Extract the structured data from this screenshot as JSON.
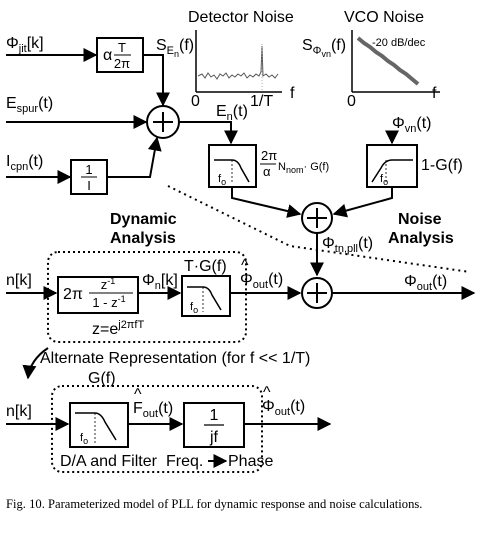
{
  "signals": {
    "phi_jit": "Φ",
    "phi_jit_sub": "jit",
    "phi_jit_arg": "[k]",
    "e_spur": "E",
    "e_spur_sub": "spur",
    "e_spur_arg": "(t)",
    "i_cpn": "I",
    "i_cpn_sub": "cpn",
    "i_cpn_arg": "(t)",
    "e_n": "E",
    "e_n_sub": "n",
    "e_n_arg": "(t)",
    "phi_vn": "Φ",
    "phi_vn_sub": "vn",
    "phi_vn_arg": "(t)",
    "phi_tn": "Φ",
    "phi_tn_sub": "tn,pll",
    "phi_tn_arg": "(t)",
    "n_k_top": "n[k]",
    "phi_n": "Φ",
    "phi_n_sub": "n",
    "phi_n_arg": "[k]",
    "phi_out_hat_top": "Φ",
    "phi_out_hat_top_sub": "out",
    "phi_out_hat_top_arg": "(t)",
    "phi_out": "Φ",
    "phi_out_sub": "out",
    "phi_out_arg": "(t)",
    "n_k_bottom": "n[k]",
    "f_out_hat": "F",
    "f_out_hat_sub": "out",
    "f_out_hat_arg": "(t)",
    "phi_out_hat_bottom": "Φ",
    "phi_out_hat_bottom_sub": "out",
    "phi_out_hat_bottom_arg": "(t)"
  },
  "blocks": {
    "alpha_num": "T",
    "alpha_prefix": "α",
    "alpha_den": "2π",
    "inv_num": "1",
    "inv_den": "I",
    "noise_filter_gain_num": "2π",
    "noise_filter_gain_den": "α",
    "noise_filter_tail": "N",
    "noise_filter_tail_sub": "nom",
    "noise_filter_tail_end": "· G(f)",
    "hp_filter_label": "1-G(f)",
    "filter_fo": "f",
    "filter_fo_sub": "o",
    "sum_prefix": "2π",
    "sum_num": "z",
    "sum_num_sup": "-1",
    "sum_den": "1 - z",
    "sum_den_sup": "-1",
    "z_def": "z=e",
    "z_def_sup": "j2πfT",
    "tg_label": "T·G(f)",
    "g_label": "G(f)",
    "integ_num": "1",
    "integ_den": "jf"
  },
  "spectra": {
    "detector_title": "Detector Noise",
    "detector_ylabel": "S",
    "detector_ylabel_sub": "E",
    "detector_ylabel_subsub": "n",
    "detector_ylabel_arg": "(f)",
    "detector_x0": "0",
    "detector_x1": "1/T",
    "detector_xvar": "f",
    "vco_title": "VCO Noise",
    "vco_ylabel": "S",
    "vco_ylabel_sub": "Φ",
    "vco_ylabel_subsub": "vn",
    "vco_ylabel_arg": "(f)",
    "vco_slope": "-20 dB/dec",
    "vco_x0": "0",
    "vco_xvar": "f"
  },
  "annotations": {
    "dynamic_1": "Dynamic",
    "dynamic_2": "Analysis",
    "noise_1": "Noise",
    "noise_2": "Analysis",
    "alternate": "Alternate Representation (for f << 1/T)",
    "da_filter": "D/A and Filter",
    "freq_phase_a": "Freq.",
    "freq_phase_b": "Phase"
  },
  "caption": {
    "label": "Fig. 10.",
    "text": "Parameterized model of PLL for dynamic response and noise calculations."
  }
}
